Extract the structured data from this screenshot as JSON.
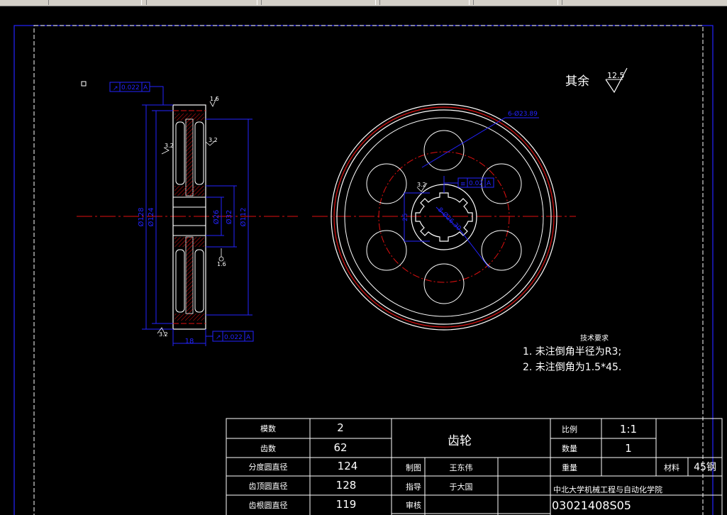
{
  "drawing": {
    "rest_surface_label": "其余",
    "rest_roughness": "12.5",
    "left_view": {
      "runout_top": "0.022",
      "runout_bottom": "0.022",
      "datum": "A",
      "dim_d128": "Ø128",
      "dim_d124": "Ø124",
      "dim_d112": "Ø112",
      "dim_d32": "Ø32",
      "dim_d26": "Ø26",
      "dim_width": "18",
      "roughness_top": "1.6",
      "roughness_side": "3.2",
      "roughness_hub": "1.6",
      "roughness_web": "3.2",
      "roughness_bottom": "3.2"
    },
    "front_view": {
      "dim_circle": "6-Ø23.89",
      "dim_spline": "8-Ø26.30",
      "dim_keyway": "25",
      "position_tol": "0.02",
      "datum": "A",
      "roughness": "3.2"
    },
    "tech_requirements": {
      "title": "技术要求",
      "items": [
        "1. 未注倒角半径为R3;",
        "2. 未注倒角为1.5*45."
      ]
    },
    "title_block": {
      "rows": [
        {
          "label": "模数",
          "value": "2"
        },
        {
          "label": "齿数",
          "value": "62"
        },
        {
          "label": "分度圆直径",
          "value": "124"
        },
        {
          "label": "齿顶圆直径",
          "value": "128"
        },
        {
          "label": "齿根圆直径",
          "value": "119"
        }
      ],
      "part_name": "齿轮",
      "scale_label": "比例",
      "scale_value": "1:1",
      "quantity_label": "数量",
      "quantity_value": "1",
      "weight_label": "重量",
      "material_label": "材料",
      "material_value": "45钢",
      "drawn_label": "制图",
      "drawn_name": "王东伟",
      "guide_label": "指导",
      "guide_name": "于大国",
      "review_label": "审核",
      "school": "中北大学机械工程与自动化学院",
      "drawing_no": "03021408S05"
    }
  }
}
